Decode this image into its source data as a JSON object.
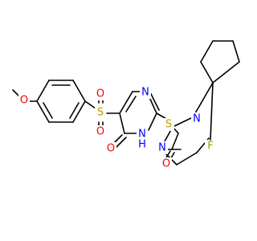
{
  "molecule": {
    "atoms": {
      "O_methoxy": "O",
      "O_sulfonyl_top": "O",
      "S_sulfonyl": "S",
      "O_sulfonyl_bottom": "O",
      "O_carbonyl_ring": "O",
      "N_ring_top": "N",
      "NH_ring": "H",
      "N_ring_bottom": "N",
      "S_thioether": "S",
      "O_amide": "O",
      "N_piperazine_left": "N",
      "N_piperazine_right": "N",
      "F": "F"
    },
    "colors": {
      "bond": "#000000",
      "O": "#ff0000",
      "N": "#0000ff",
      "S": "#b8a000",
      "F": "#7ab000"
    }
  }
}
